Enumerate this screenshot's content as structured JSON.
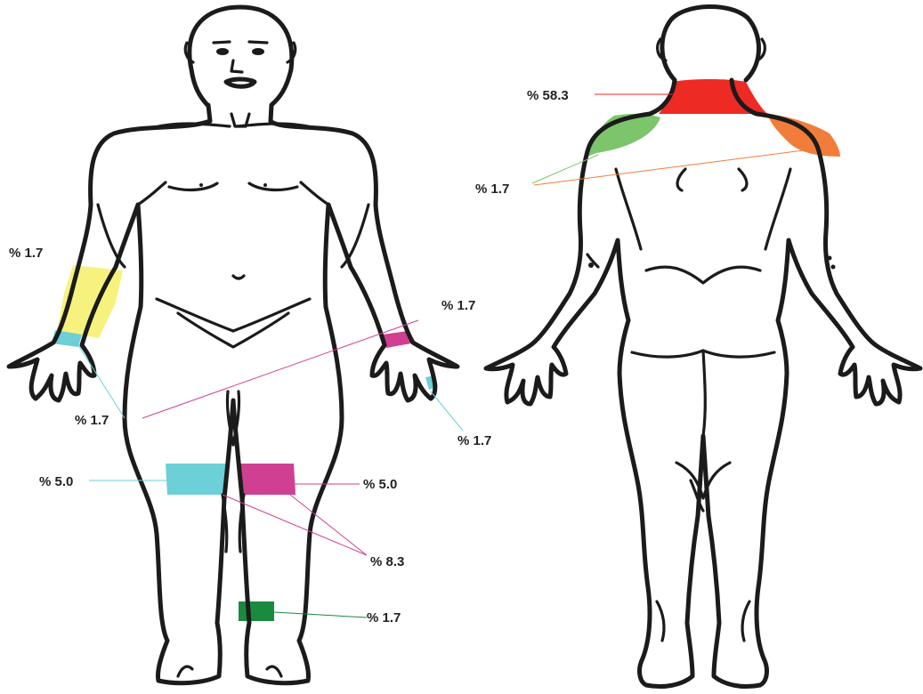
{
  "figure": {
    "front": {
      "regions": [
        {
          "name": "right-forearm",
          "color": "#f7f27e",
          "label": "% 1.7"
        },
        {
          "name": "right-wrist",
          "color": "#6dcfd8",
          "label": "% 1.7"
        },
        {
          "name": "left-wrist",
          "color": "#cf3f92",
          "label": "% 1.7"
        },
        {
          "name": "left-hand",
          "color": "#6dcfd8",
          "label": "% 1.7"
        },
        {
          "name": "right-knee",
          "color": "#6dcfd8",
          "label": "% 5.0"
        },
        {
          "name": "left-knee",
          "color": "#cf3f92",
          "label": "% 5.0"
        },
        {
          "name": "both-knees",
          "color": "#cf3f92",
          "label": "% 8.3"
        },
        {
          "name": "left-ankle",
          "color": "#1a8a3e",
          "label": "% 1.7"
        }
      ]
    },
    "back": {
      "regions": [
        {
          "name": "neck",
          "color": "#ee2a24",
          "label": "% 58.3"
        },
        {
          "name": "shoulders",
          "color": "#7cc56a",
          "label": "% 1.7"
        }
      ],
      "shoulder_colors": {
        "left": "#7cc56a",
        "right": "#f27d3a"
      }
    }
  }
}
